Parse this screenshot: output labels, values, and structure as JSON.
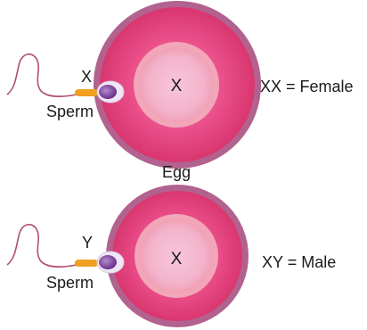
{
  "top": {
    "sperm_chromosome": "X",
    "sperm_label": "Sperm",
    "egg_chromosome": "X",
    "result": "XX = Female"
  },
  "egg_label": "Egg",
  "bottom": {
    "sperm_chromosome": "Y",
    "sperm_label": "Sperm",
    "egg_chromosome": "X",
    "result": "XY = Male"
  },
  "colors": {
    "egg_outer_ring": "#b2628e",
    "egg_cytoplasm": "#ea4f8a",
    "nucleus_halo": "#f2a6b8",
    "nucleus": "#f3b8cf",
    "sperm_head_halo": "#efe7f5",
    "sperm_head": "#7d3f9c",
    "sperm_midpiece": "#f0a020",
    "sperm_tail": "#b0506e"
  }
}
